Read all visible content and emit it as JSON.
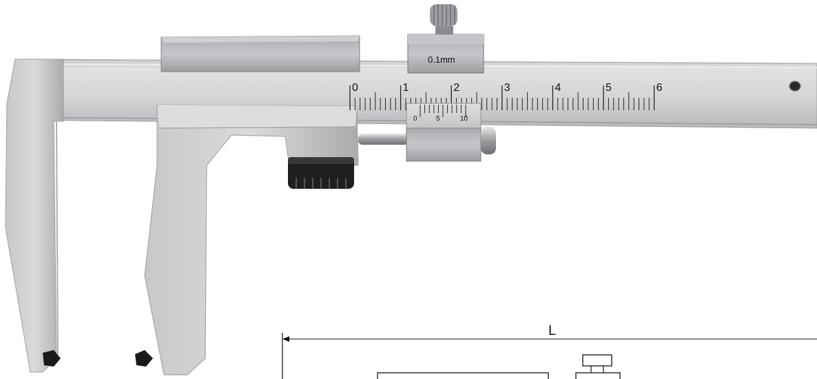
{
  "product": {
    "resolution_label": "0.1mm",
    "main_scale_labels": [
      "0",
      "1",
      "2",
      "3",
      "4",
      "5",
      "6"
    ],
    "vernier_scale_labels": [
      "0",
      "5",
      "10"
    ]
  },
  "drawing": {
    "length_label": "L"
  },
  "colors": {
    "steel_light": "#d6d7d9",
    "steel_mid": "#bfc1c4",
    "steel_dark": "#8e9094",
    "knob_black": "#1a1a1a",
    "line_black": "#111111"
  }
}
